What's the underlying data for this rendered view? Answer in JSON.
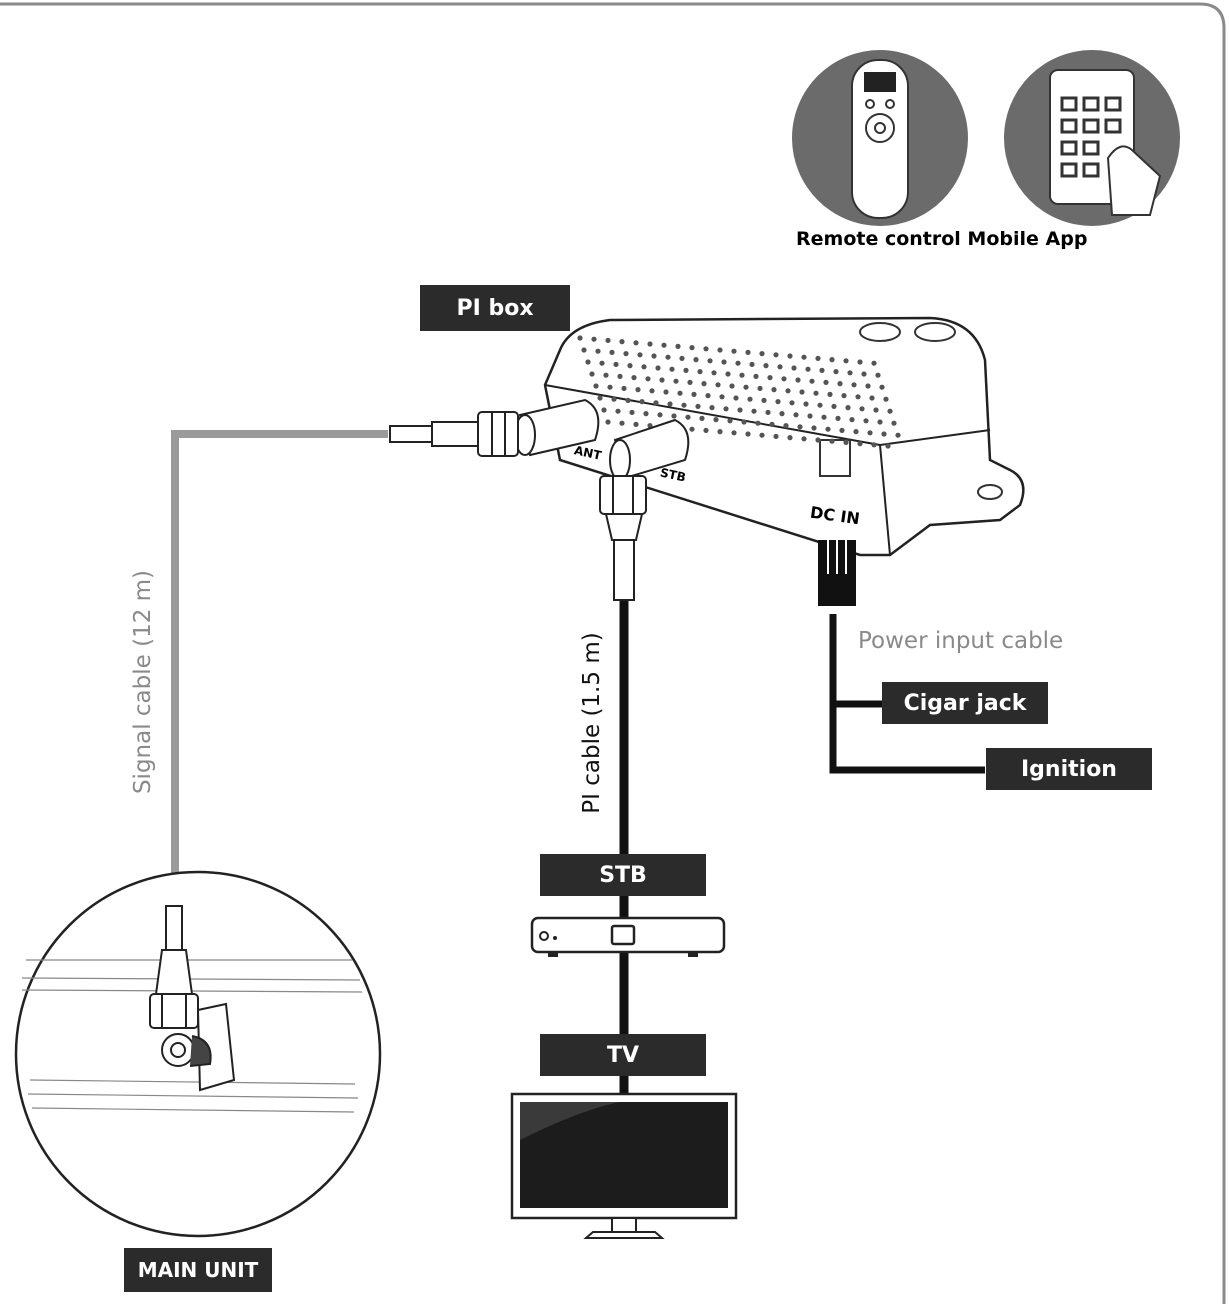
{
  "labels": {
    "remote_mobile": "Remote control Mobile App",
    "pi_box": "PI box",
    "port_ant": "ANT",
    "port_stb": "STB",
    "dc_in": "DC IN",
    "signal_cable": "Signal cable (12 m)",
    "pi_cable": "PI cable (1.5 m)",
    "power_input_cable": "Power input cable",
    "cigar_jack": "Cigar jack",
    "ignition": "Ignition",
    "stb": "STB",
    "tv": "TV",
    "main_unit": "MAIN UNIT"
  },
  "colors": {
    "dark_label": "#2b2b2b",
    "icon_circle": "#6b6b6b",
    "signal_cable": "#9a9a9a",
    "pi_cable": "#111111",
    "frame": "#8a8a8a"
  },
  "icons": [
    "remote-control-icon",
    "mobile-app-icon"
  ]
}
